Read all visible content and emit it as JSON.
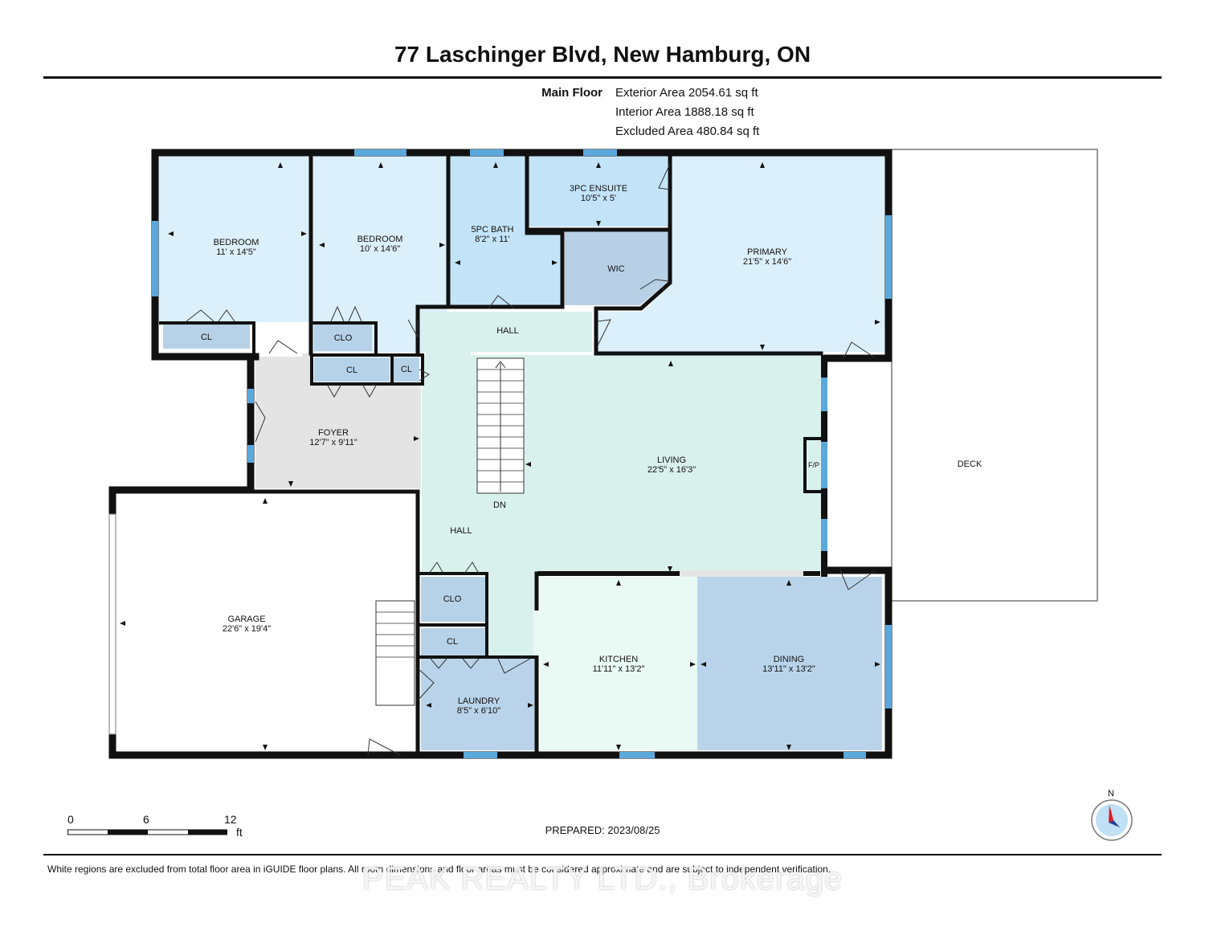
{
  "header": {
    "title": "77 Laschinger Blvd, New Hamburg, ON",
    "floor_label": "Main Floor",
    "areas": [
      "Exterior Area 2054.61 sq ft",
      "Interior Area 1888.18 sq ft",
      "Excluded Area 480.84 sq ft"
    ]
  },
  "rooms": {
    "bedroom1": {
      "name": "BEDROOM",
      "dims": "11' x 14'5\""
    },
    "bedroom2": {
      "name": "BEDROOM",
      "dims": "10' x 14'6\""
    },
    "bath": {
      "name": "5PC BATH",
      "dims": "8'2\" x 11'"
    },
    "ensuite": {
      "name": "3PC ENSUITE",
      "dims": "10'5\" x 5'"
    },
    "wic": {
      "name": "WIC"
    },
    "primary": {
      "name": "PRIMARY",
      "dims": "21'5\" x 14'6\""
    },
    "cl1": {
      "name": "CL"
    },
    "clo1": {
      "name": "CLO"
    },
    "hall_top": {
      "name": "HALL"
    },
    "cl2": {
      "name": "CL"
    },
    "cl3": {
      "name": "CL"
    },
    "foyer": {
      "name": "FOYER",
      "dims": "12'7\" x 9'11\""
    },
    "living": {
      "name": "LIVING",
      "dims": "22'5\" x 16'3\""
    },
    "deck": {
      "name": "DECK"
    },
    "dn": {
      "name": "DN"
    },
    "hall_main": {
      "name": "HALL"
    },
    "garage": {
      "name": "GARAGE",
      "dims": "22'6\" x 19'4\""
    },
    "clo2": {
      "name": "CLO"
    },
    "cl4": {
      "name": "CL"
    },
    "laundry": {
      "name": "LAUNDRY",
      "dims": "8'5\" x 6'10\""
    },
    "kitchen": {
      "name": "KITCHEN",
      "dims": "11'11\" x 13'2\""
    },
    "dining": {
      "name": "DINING",
      "dims": "13'11\" x 13'2\""
    },
    "fp": {
      "name": "F/P"
    }
  },
  "scale": {
    "ticks": [
      "0",
      "6",
      "12"
    ],
    "unit": "ft"
  },
  "prepared": "PREPARED: 2023/08/25",
  "compass_label": "N",
  "disclaimer": "White regions are excluded from total floor area in iGUIDE floor plans. All room dimensions and floor areas must be considered approximate and are subject to independent verification.",
  "watermark": "PEAK REALTY LTD., Brokerage",
  "colors": {
    "bedroom": "#dcf0fb",
    "bath": "#c3e4f8",
    "wic": "#b7d0e6",
    "hall": "#d9f1ec",
    "living": "#d9f1ec",
    "foyer": "#e4e4e4",
    "closet": "#b6d2e8",
    "kitchen": "#e9f9f4",
    "dining": "#b9d4ea",
    "laundry": "#b9d4ea",
    "wall": "#111111",
    "window": "#5aa8dc"
  }
}
